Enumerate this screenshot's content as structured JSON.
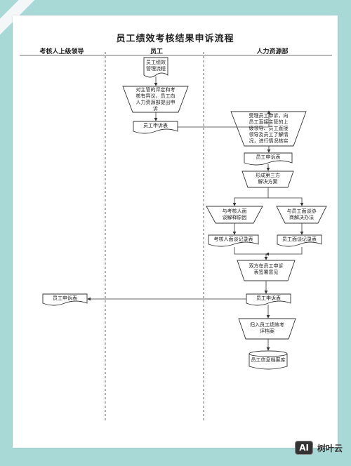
{
  "title": "员工绩效考核结果申诉流程",
  "lanes": [
    "考核人上级领导",
    "员工",
    "人力资源部"
  ],
  "nodes": {
    "perf_process": "员工绩效\n管理流程",
    "objection": "对主管的评定和考\n核有异议，员工向\n人力资源部提出申\n诉",
    "appeal_form_emp": "员工申诉表",
    "hr_accept": "受理员工申诉，向\n员工直接主管的上\n级领导、员工直接\n领导及员工了解情\n况，进行情况核实",
    "appeal_form_hr1": "员工申诉表",
    "third_solution": "形成第三方\n解决方案",
    "explain_reason": "与考核人面\n谈解释原因",
    "negotiate": "与员工面谈协\n商解决办法",
    "record_assessor": "考核人面谈记录表",
    "record_emp": "员工面谈记录表",
    "both_sign": "双方在员工申诉\n表签署意见",
    "appeal_form_hr2": "员工申诉表",
    "appeal_form_leader": "员工申诉表",
    "archive": "归入员工绩效考\n评档案",
    "database": "员工信息档案库"
  },
  "watermark": {
    "logo": "AI",
    "text": "树叶云"
  }
}
